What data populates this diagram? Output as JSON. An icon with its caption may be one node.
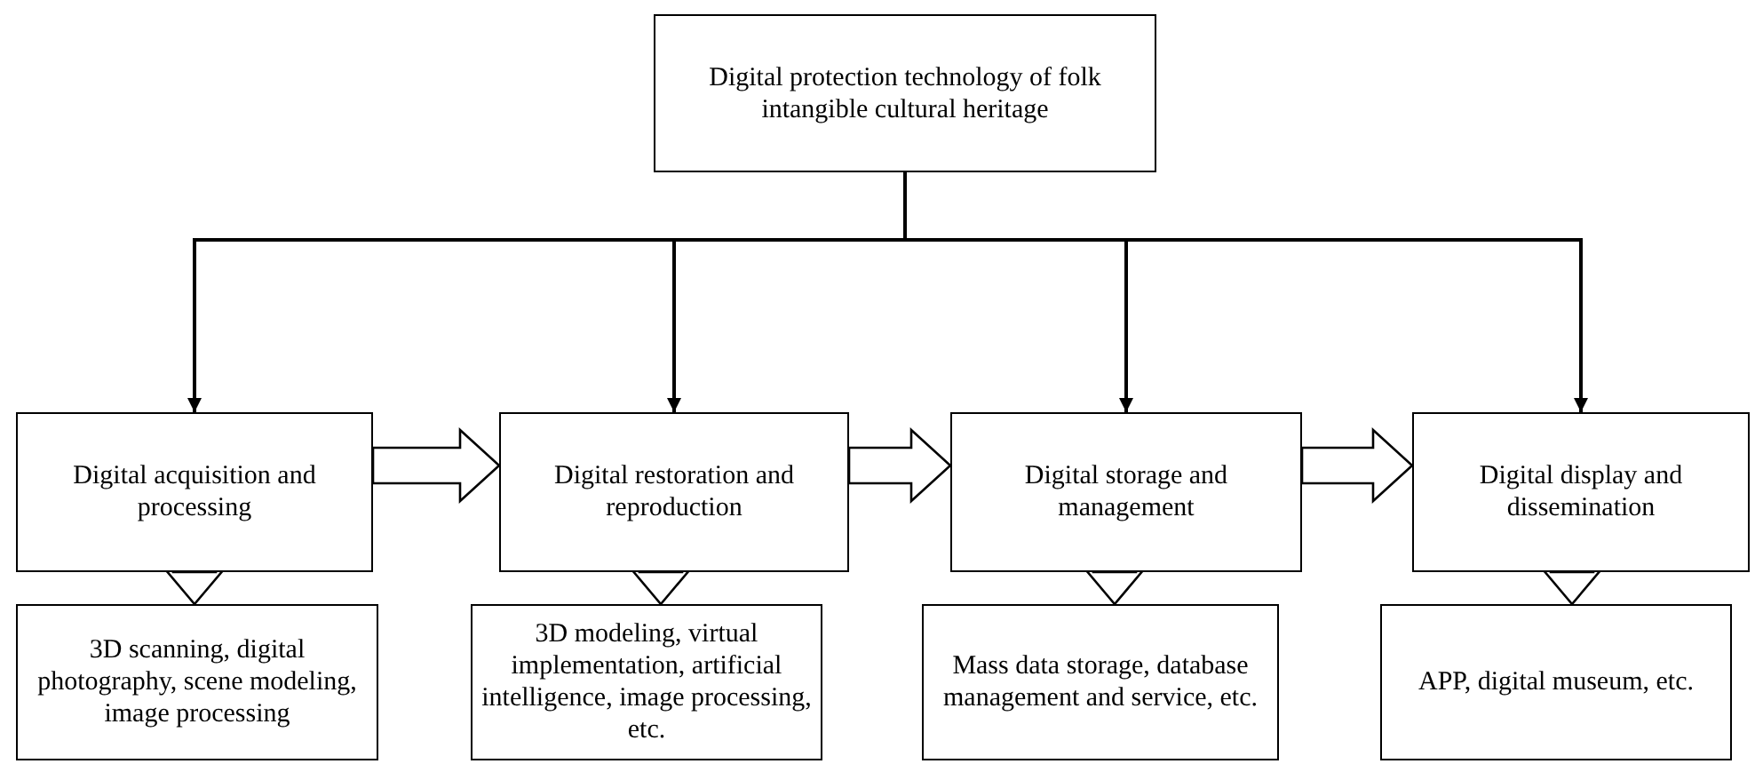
{
  "diagram": {
    "nodes": [
      {
        "text": [
          "Digital protection technology of folk intangible cultural heritage"
        ]
      },
      {
        "text": [
          "Digital acquisition and processing"
        ]
      },
      {
        "text": [
          "Digital restoration and reproduction"
        ]
      },
      {
        "text": [
          "Digital storage and management"
        ]
      },
      {
        "text": [
          "Digital display and dissemination"
        ]
      },
      {
        "text": [
          "3D scanning, digital photography, scene modeling, image processing"
        ]
      },
      {
        "text": [
          "3D modeling, virtual implementation, artificial intelligence, image processing, etc."
        ]
      },
      {
        "text": [
          "Mass data storage, database management and service, etc."
        ]
      },
      {
        "text": [
          "APP, digital museum, etc."
        ]
      }
    ],
    "edges": [
      {
        "from": 0,
        "to": 1,
        "arrow": "to"
      },
      {
        "from": 0,
        "to": 2,
        "arrow": "to"
      },
      {
        "from": 0,
        "to": 3,
        "arrow": "to"
      },
      {
        "from": 0,
        "to": 4,
        "arrow": "to"
      },
      {
        "from": 1,
        "to": 2,
        "arrow": "to",
        "style": "thick"
      },
      {
        "from": 2,
        "to": 3,
        "arrow": "to",
        "style": "thick"
      },
      {
        "from": 3,
        "to": 4,
        "arrow": "to",
        "style": "thick"
      },
      {
        "from": 1,
        "to": 5,
        "arrow": "to",
        "style": "thick"
      },
      {
        "from": 2,
        "to": 6,
        "arrow": "to",
        "style": "thick"
      },
      {
        "from": 3,
        "to": 7,
        "arrow": "to",
        "style": "thick"
      },
      {
        "from": 4,
        "to": 8,
        "arrow": "to",
        "style": "thick"
      }
    ]
  }
}
